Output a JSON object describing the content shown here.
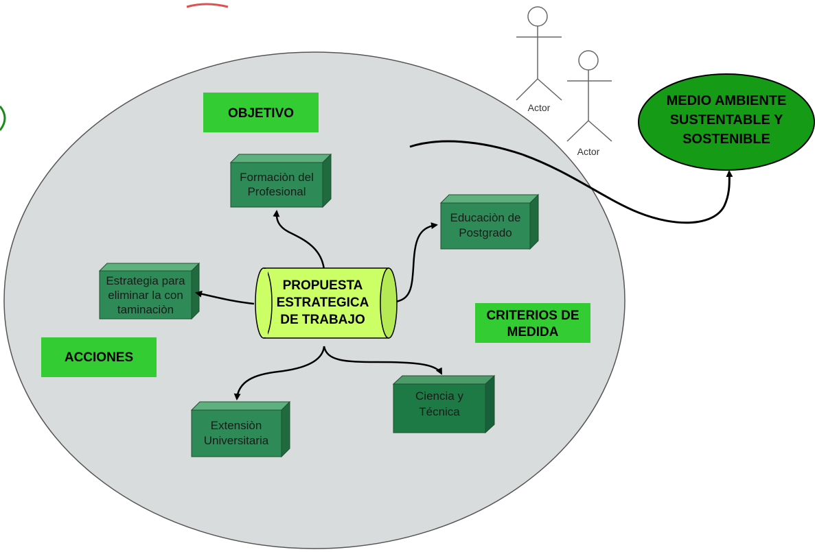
{
  "labels": {
    "objetivo": "OBJETIVO",
    "acciones": "ACCIONES",
    "criterios": [
      "CRITERIOS DE",
      "MEDIDA"
    ]
  },
  "center": [
    "PROPUESTA",
    "ESTRATEGICA",
    "DE TRABAJO"
  ],
  "boxes": {
    "formacion": [
      "Formaciòn del",
      "Profesional"
    ],
    "educacion": [
      "Educaciòn de",
      "Postgrado"
    ],
    "estrategia": [
      "Estrategia para",
      "eliminar la con",
      "taminaciòn"
    ],
    "extension": [
      "Extensiòn",
      "Universitaria"
    ],
    "ciencia": [
      "Ciencia y",
      "Técnica"
    ]
  },
  "actors": [
    "Actor",
    "Actor"
  ],
  "goal": [
    "MEDIO AMBIENTE",
    "SUSTENTABLE Y",
    "SOSTENIBLE"
  ],
  "colors": {
    "ellipse_fill": "#d9dcdc",
    "box_front": "#2e8b57",
    "box_top": "#5fb07f",
    "box_side": "#1f6b3f",
    "label_green": "#33cc33",
    "center_fill": "#ccff66",
    "goal_green": "#169b16",
    "ciencia_front": "#1e7a45"
  }
}
